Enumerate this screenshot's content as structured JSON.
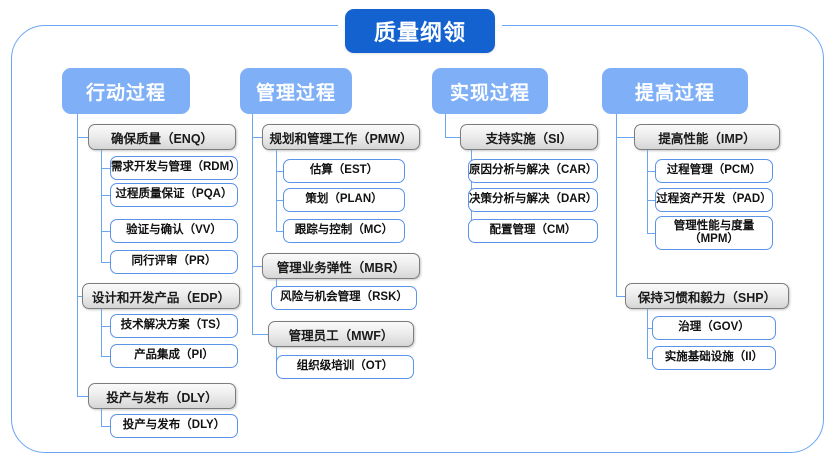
{
  "title": "质量纲领",
  "columns": [
    {
      "id": "col-action",
      "header": "行动过程",
      "groups": [
        {
          "label": "确保质量（ENQ）",
          "leaves": [
            "需求开发与管理（RDM）",
            "过程质量保证（PQA）",
            "验证与确认（VV）",
            "同行评审（PR）"
          ]
        },
        {
          "label": "设计和开发产品（EDP）",
          "leaves": [
            "技术解决方案（TS）",
            "产品集成（PI）"
          ]
        },
        {
          "label": "投产与发布（DLY）",
          "leaves": [
            "投产与发布（DLY）"
          ]
        }
      ]
    },
    {
      "id": "col-manage",
      "header": "管理过程",
      "groups": [
        {
          "label": "规划和管理工作（PMW）",
          "leaves": [
            "估算（EST）",
            "策划（PLAN）",
            "跟踪与控制（MC）"
          ]
        },
        {
          "label": "管理业务弹性（MBR）",
          "leaves": [
            "风险与机会管理（RSK）"
          ]
        },
        {
          "label": "管理员工（MWF）",
          "leaves": [
            "组织级培训（OT）"
          ]
        }
      ]
    },
    {
      "id": "col-implement",
      "header": "实现过程",
      "groups": [
        {
          "label": "支持实施（SI）",
          "leaves": [
            "原因分析与解决（CAR）",
            "决策分析与解决（DAR）",
            "配置管理（CM）"
          ]
        }
      ]
    },
    {
      "id": "col-improve",
      "header": "提高过程",
      "groups": [
        {
          "label": "提高性能（IMP）",
          "leaves": [
            "过程管理（PCM）",
            "过程资产开发（PAD）",
            "管理性能与度量\n（MPM）"
          ]
        },
        {
          "label": "保持习惯和毅力（SHP）",
          "leaves": [
            "治理（GOV）",
            "实施基础设施（II）"
          ]
        }
      ]
    }
  ],
  "colors": {
    "title_bg": "#1362cf",
    "header_bg": "#7fb0f7",
    "frame_border": "#6aa6f2",
    "leaf_border": "#5b93e8",
    "group_border": "#7d7d7d",
    "connector": "#6aa6f2"
  }
}
